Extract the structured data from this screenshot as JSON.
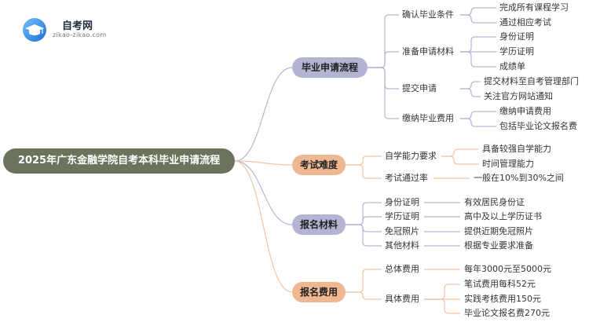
{
  "logo": {
    "title": "自考网",
    "subtitle": "zikao-zikao.com",
    "icon": "graduation-cap-icon"
  },
  "colors": {
    "root": "#6c735d",
    "branch_lavender": "#b3b5d3",
    "branch_peach": "#f0b793",
    "line_lavender": "#b4b6d6",
    "line_peach": "#f2c4a6"
  },
  "root": {
    "label": "2025年广东金融学院自考本科毕业申请流程"
  },
  "branches": [
    {
      "label": "毕业申请流程",
      "children": [
        {
          "label": "确认毕业条件",
          "children": [
            "完成所有课程学习",
            "通过相应考试"
          ]
        },
        {
          "label": "准备申请材料",
          "children": [
            "身份证明",
            "学历证明",
            "成绩单"
          ]
        },
        {
          "label": "提交申请",
          "children": [
            "提交材料至自考管理部门",
            "关注官方网站通知"
          ]
        },
        {
          "label": "缴纳毕业费用",
          "children": [
            "缴纳申请费用",
            "包括毕业论文报名费"
          ]
        }
      ]
    },
    {
      "label": "考试难度",
      "children": [
        {
          "label": "自学能力要求",
          "children": [
            "具备较强自学能力",
            "时间管理能力"
          ]
        },
        {
          "label": "考试通过率",
          "children": [
            "一般在10%到30%之间"
          ]
        }
      ]
    },
    {
      "label": "报名材料",
      "children": [
        {
          "label": "身份证明",
          "children": [
            "有效居民身份证"
          ]
        },
        {
          "label": "学历证明",
          "children": [
            "高中及以上学历证书"
          ]
        },
        {
          "label": "免冠照片",
          "children": [
            "提供近期免冠照片"
          ]
        },
        {
          "label": "其他材料",
          "children": [
            "根据专业要求准备"
          ]
        }
      ]
    },
    {
      "label": "报名费用",
      "children": [
        {
          "label": "总体费用",
          "children": [
            "每年3000元至5000元"
          ]
        },
        {
          "label": "具体费用",
          "children": [
            "笔试费用每科52元",
            "实践考核费用150元",
            "毕业论文报名费270元"
          ]
        }
      ]
    }
  ]
}
